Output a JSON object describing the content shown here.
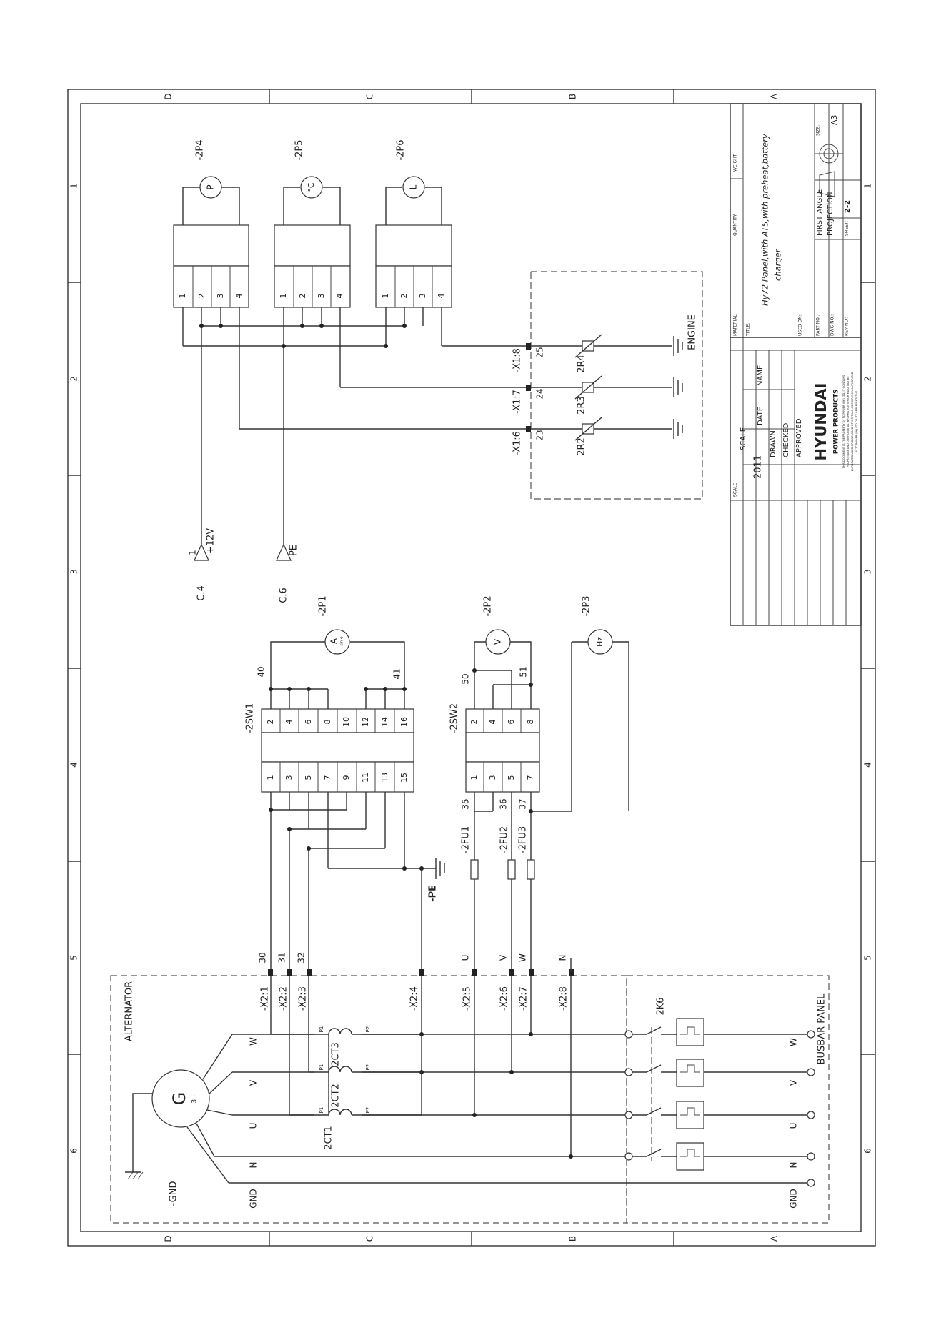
{
  "frame": {
    "row_letters": [
      "D",
      "C",
      "B",
      "A"
    ],
    "column_numbers": [
      "1",
      "2",
      "3",
      "4",
      "5",
      "6"
    ]
  },
  "title_block": {
    "material_label": "MATERIAL:",
    "quantity_label": "QUANTITY:",
    "weight_label": "WEIGHT:",
    "title_label": "TITLE:",
    "title_line1": "Hy72 Panel,with ATS,with preheat,battery",
    "title_line2": "charger",
    "used_on_label": "USED ON:",
    "part_no_label": "PART NO.:",
    "dwg_no_label": "DWG NO.:",
    "rev_no_label": "REV NO.:",
    "projection_line1": "FIRST ANGLE",
    "projection_line2": "PROJECTION",
    "sheet_label": "SHEET:",
    "sheet_value": "2-2",
    "size_label": "SIZE:",
    "size_value": "A3",
    "scale_label": "SCALE:",
    "scale_header": "SCALE",
    "year": "2011",
    "date_header": "DATE",
    "name_header": "NAME",
    "drawn": "DRAWN",
    "checked": "CHECKED",
    "approved": "APPROVED",
    "brand": "HYUNDAI",
    "brand_sub": "POWER PRODUCTS",
    "disclaimer": [
      "THIS DOCUMENT IS THE PROPERTY OF TC POWER (UK) LTD. IT CONTAINS",
      "PROPRIETARY AND CONFIDENTIAL INFORMATION WHICH MUST NOT BE",
      "DUPLICATED,USED OR DISCLOSED OTHER THAN AS EXPRESSLY AUTHORIZED",
      "BY TC POWER (UK) LTD OR ITS REPRESENTATIVE"
    ]
  },
  "gauges": {
    "oil_pressure": {
      "tag": "-2P4",
      "symbol": "P"
    },
    "temperature": {
      "tag": "-2P5",
      "symbol": "°C"
    },
    "fuel_level": {
      "tag": "-2P6",
      "symbol": "L"
    },
    "terminals": [
      "1",
      "2",
      "3",
      "4"
    ]
  },
  "engine": {
    "label": "ENGINE",
    "terminals": [
      {
        "tag": "-X1:6",
        "wire": "23",
        "sensor": "2R2"
      },
      {
        "tag": "-X1:7",
        "wire": "24",
        "sensor": "2R3"
      },
      {
        "tag": "-X1:8",
        "wire": "25",
        "sensor": "2R4"
      }
    ]
  },
  "supplies": {
    "plus12": {
      "ref": "C.4",
      "wire": "1",
      "label": "+12V"
    },
    "pe": {
      "ref": "C.6",
      "label": "PE"
    }
  },
  "meters": {
    "ammeter": {
      "tag": "-2P1",
      "symbol": "A",
      "sub": "sin φ"
    },
    "voltmeter": {
      "tag": "-2P2",
      "symbol": "V"
    },
    "frequency": {
      "tag": "-2P3",
      "symbol": "Hz"
    }
  },
  "switches": {
    "sw1": {
      "tag": "-2SW1",
      "odd": [
        "1",
        "3",
        "5",
        "7",
        "9",
        "11",
        "13",
        "15"
      ],
      "even": [
        "2",
        "4",
        "6",
        "8",
        "10",
        "12",
        "14",
        "16"
      ],
      "top_wires": [
        "40",
        "41"
      ]
    },
    "sw2": {
      "tag": "-2SW2",
      "odd": [
        "1",
        "3",
        "5",
        "7"
      ],
      "even": [
        "2",
        "4",
        "6",
        "8"
      ],
      "top_wires": [
        "50",
        "51"
      ],
      "bottom_wires": [
        "35",
        "36",
        "37"
      ]
    }
  },
  "fuses": [
    "-2FU1",
    "-2FU2",
    "-2FU3"
  ],
  "pe_tag": "-PE",
  "wires_top": [
    "30",
    "31",
    "32",
    "U",
    "V",
    "W",
    "N"
  ],
  "x2": [
    "-X2:1",
    "-X2:2",
    "-X2:3",
    "-X2:4",
    "-X2:5",
    "-X2:6",
    "-X2:7",
    "-X2:8"
  ],
  "alternator": {
    "label": "ALTERNATOR",
    "generator": "G",
    "generator_sub": "3~",
    "gnd_tag": "-GND",
    "phases": [
      "W",
      "V",
      "U",
      "N",
      "GND"
    ],
    "cts": [
      "2CT3",
      "2CT2",
      "2CT1"
    ],
    "ct_p1": "P1",
    "ct_p2": "P2"
  },
  "busbar": {
    "label": "BUSBAR  PANEL",
    "contactor": "2K6",
    "phases": [
      "W",
      "V",
      "U",
      "N",
      "GND"
    ]
  }
}
